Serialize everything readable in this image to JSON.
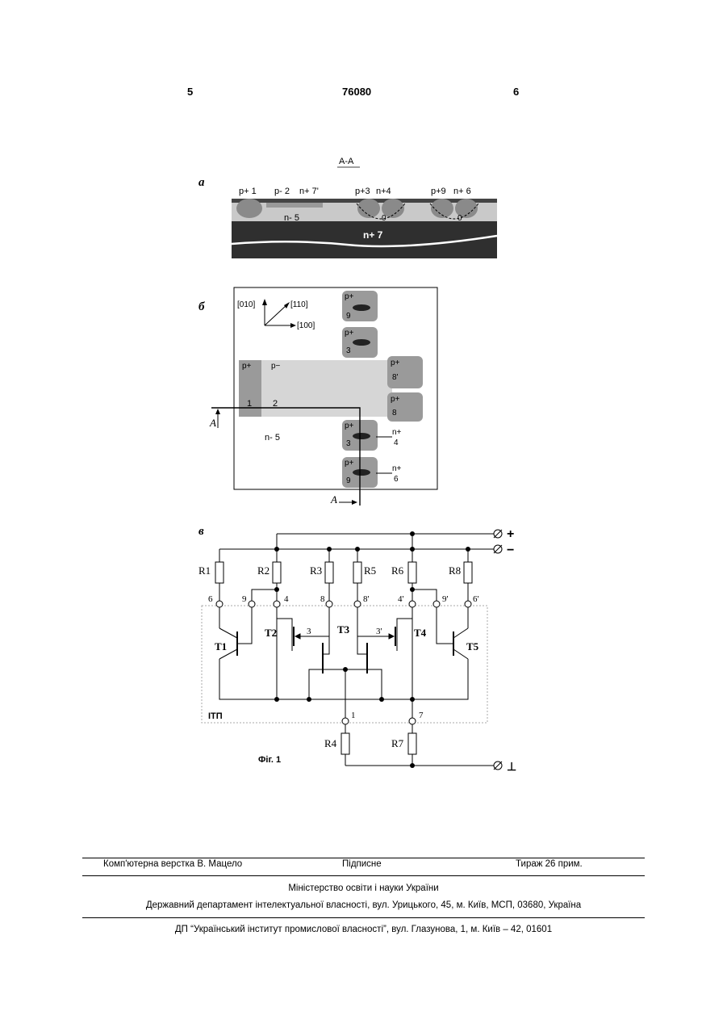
{
  "header": {
    "page_left": "5",
    "patent_number": "76080",
    "page_right": "6"
  },
  "figure": {
    "panel_a": {
      "label": "а",
      "section_title": "А-А",
      "labels": [
        "p+ 1",
        "p- 2",
        "n+ 7'",
        "p+3",
        "n+4",
        "p+9",
        "n+ 6",
        "n- 5",
        "0",
        "0",
        "n+ 7"
      ]
    },
    "panel_b": {
      "label": "б",
      "directions": [
        "[010]",
        "[110]",
        "[100]"
      ],
      "regions": [
        {
          "top": "p+",
          "num": "9"
        },
        {
          "top": "p+",
          "num": "3"
        },
        {
          "top": "p+",
          "num": "8'"
        },
        {
          "top": "p+",
          "num": "8"
        },
        {
          "top": "p+",
          "num": "3"
        },
        {
          "top": "p+",
          "num": "9"
        }
      ],
      "misc": [
        "p+",
        "p−",
        "1",
        "2",
        "n- 5",
        "n+",
        "4",
        "n+",
        "6",
        "A",
        "A"
      ]
    },
    "panel_c": {
      "label": "в",
      "terminals": [
        "+",
        "−",
        "⊥"
      ],
      "resistors": [
        "R1",
        "R2",
        "R3",
        "R5",
        "R6",
        "R8",
        "R4",
        "R7"
      ],
      "transistors": [
        "T1",
        "T2",
        "T3",
        "T4",
        "T5"
      ],
      "nodes": [
        "6",
        "9",
        "4",
        "8",
        "8'",
        "4'",
        "9'",
        "6'",
        "3",
        "3'",
        "1",
        "7"
      ],
      "block": "ІТП"
    },
    "caption": "Фіг. 1"
  },
  "footer": {
    "left": "Комп'ютерна верстка В. Мацело",
    "center": "Підписне",
    "right": "Тираж 26 прим.",
    "line2": "Міністерство освіти і науки України",
    "line3": "Державний департамент інтелектуальної власності, вул. Урицького, 45, м. Київ, МСП, 03680, Україна",
    "line4": "ДП “Український інститут промислової власності”, вул. Глазунова, 1, м. Київ – 42, 01601"
  }
}
